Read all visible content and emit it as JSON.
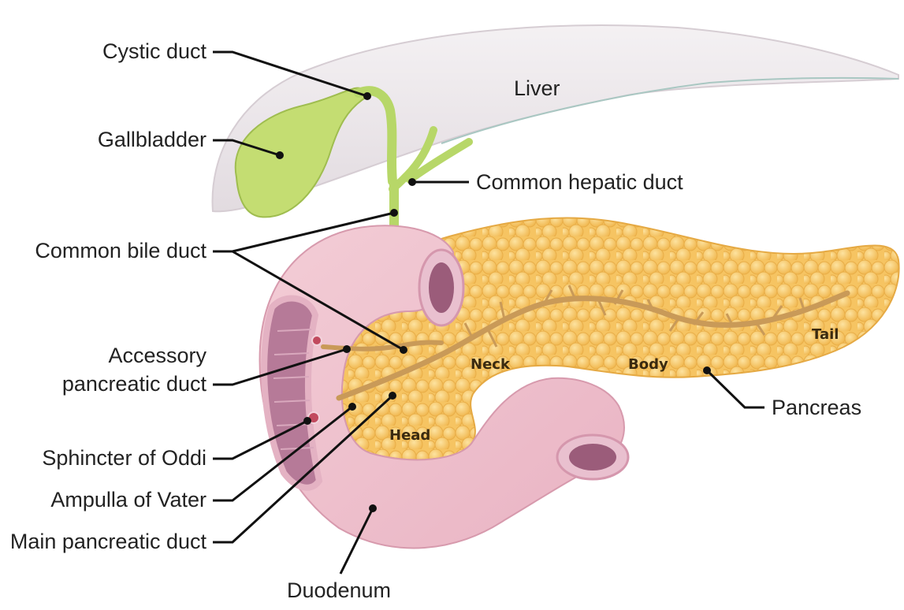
{
  "labels": {
    "liver": "Liver",
    "cystic_duct": "Cystic duct",
    "gallbladder": "Gallbladder",
    "common_hepatic_duct": "Common hepatic duct",
    "common_bile_duct": "Common bile duct",
    "accessory_line1": "Accessory",
    "accessory_line2": "pancreatic duct",
    "sphincter": "Sphincter of Oddi",
    "ampulla": "Ampulla of Vater",
    "main_duct": "Main pancreatic duct",
    "duodenum": "Duodenum",
    "pancreas": "Pancreas"
  },
  "regions": {
    "neck": "Neck",
    "body": "Body",
    "tail": "Tail",
    "head": "Head"
  },
  "colors": {
    "liver": "#ebe6ea",
    "gallbladder": "#c4dd72",
    "bile_duct": "#b7d768",
    "pancreas": "#f7c865",
    "pancreas_lobule": "#f2bb55",
    "duodenum": "#f1c4cf",
    "duodenum_inner": "#9b5c7a",
    "pancreatic_duct": "#c99a58"
  }
}
